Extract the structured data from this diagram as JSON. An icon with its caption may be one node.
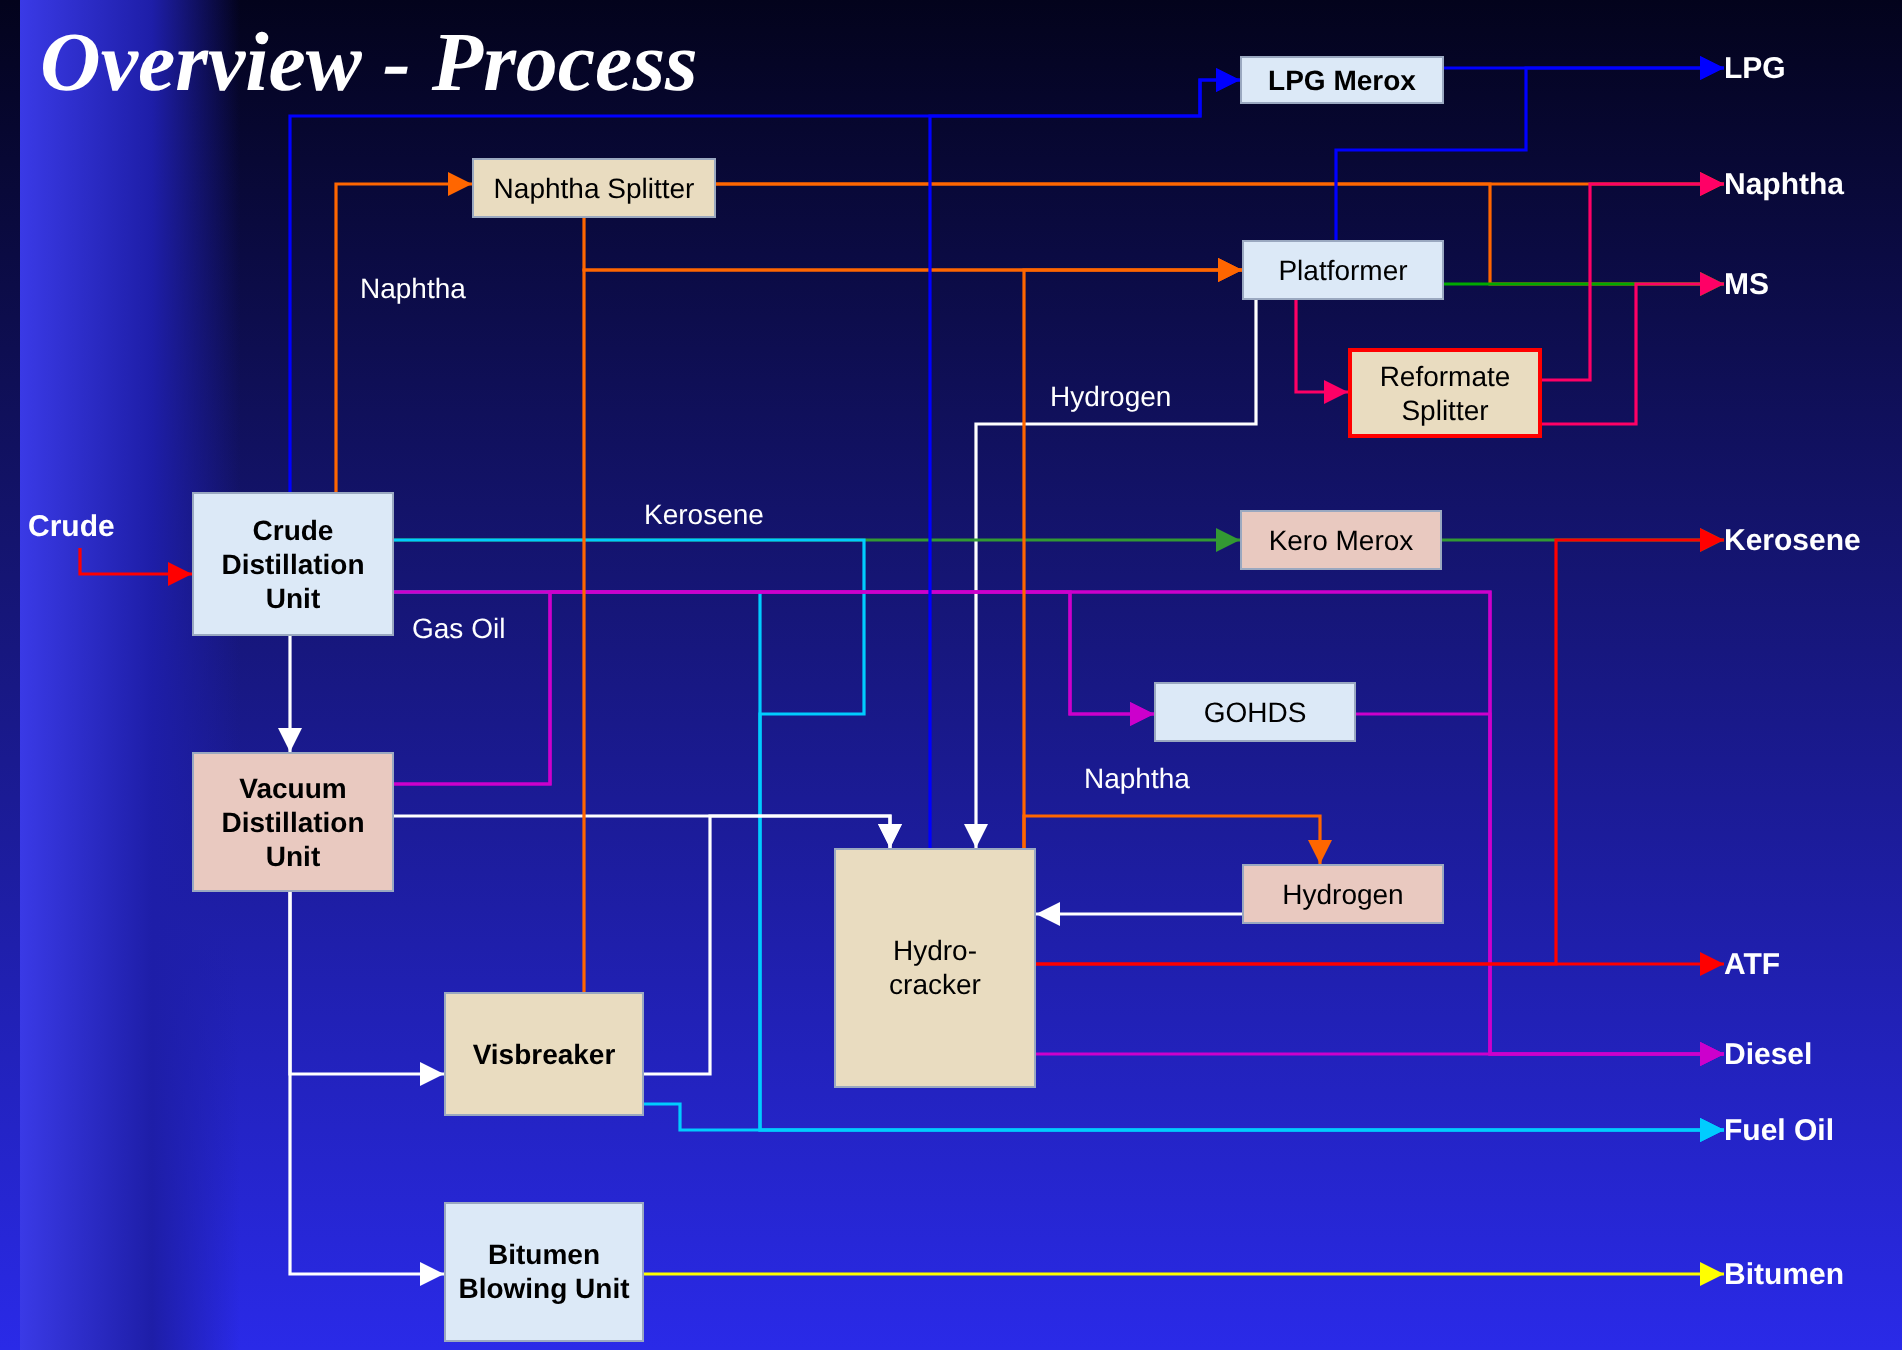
{
  "diagram": {
    "title": "Overview - Process",
    "nodes": [
      {
        "text": [
          "Crude"
        ]
      },
      {
        "text": [
          "Crude Distillation Unit"
        ]
      },
      {
        "text": [
          "Vacuum Distillation Unit"
        ]
      },
      {
        "text": [
          "Naphtha Splitter"
        ]
      },
      {
        "text": [
          "LPG Merox"
        ]
      },
      {
        "text": [
          "Platformer"
        ]
      },
      {
        "text": [
          "Reformate Splitter"
        ]
      },
      {
        "text": [
          "Kero Merox"
        ]
      },
      {
        "text": [
          "GOHDS"
        ]
      },
      {
        "text": [
          "Hydrogen"
        ]
      },
      {
        "text": [
          "Hydro- cracker"
        ]
      },
      {
        "text": [
          "Visbreaker"
        ]
      },
      {
        "text": [
          "Bitumen Blowing Unit"
        ]
      },
      {
        "text": [
          "LPG"
        ]
      },
      {
        "text": [
          "Naphtha"
        ]
      },
      {
        "text": [
          "MS"
        ]
      },
      {
        "text": [
          "Kerosene"
        ]
      },
      {
        "text": [
          "ATF"
        ]
      },
      {
        "text": [
          "Diesel"
        ]
      },
      {
        "text": [
          "Fuel Oil"
        ]
      },
      {
        "text": [
          "Bitumen"
        ]
      }
    ],
    "edges": [
      {
        "from": 0,
        "to": 1,
        "arrow": "to",
        "color": "#ff0000"
      },
      {
        "from": 1,
        "to": 4,
        "arrow": "to",
        "color": "#0000ff"
      },
      {
        "from": 1,
        "to": 3,
        "arrow": "to",
        "label": "Naphtha",
        "color": "#ff6600"
      },
      {
        "from": 3,
        "to": 14,
        "arrow": "to",
        "color": "#ff6600"
      },
      {
        "from": 3,
        "to": 5,
        "arrow": "to",
        "color": "#ff6600"
      },
      {
        "from": 3,
        "to": 15,
        "arrow": "to",
        "color": "#ff6600"
      },
      {
        "from": 4,
        "to": 13,
        "arrow": "to",
        "color": "#0000ff"
      },
      {
        "from": 5,
        "to": 13,
        "arrow": "to",
        "color": "#0000ff"
      },
      {
        "from": 5,
        "to": 15,
        "arrow": "to",
        "color": "#00aa00"
      },
      {
        "from": 5,
        "to": 6,
        "arrow": "to",
        "color": "#ff0066"
      },
      {
        "from": 6,
        "to": 14,
        "arrow": "to",
        "color": "#ff0066"
      },
      {
        "from": 6,
        "to": 15,
        "arrow": "to",
        "color": "#ff0066"
      },
      {
        "from": 5,
        "to": 10,
        "arrow": "to",
        "label": "Hydrogen",
        "color": "#ffffff"
      },
      {
        "from": 1,
        "to": 7,
        "arrow": "to",
        "label": "Kerosene",
        "color": "#339933"
      },
      {
        "from": 7,
        "to": 16,
        "arrow": "to",
        "color": "#339933"
      },
      {
        "from": 1,
        "to": 19,
        "arrow": "to",
        "color": "#00ccff"
      },
      {
        "from": 1,
        "to": 19,
        "arrow": "to",
        "color": "#00ccff"
      },
      {
        "from": 1,
        "to": 18,
        "arrow": "to",
        "label": "Gas Oil",
        "color": "#cc00cc"
      },
      {
        "from": 1,
        "to": 8,
        "arrow": "to",
        "color": "#cc00cc"
      },
      {
        "from": 8,
        "to": 18,
        "arrow": "to",
        "color": "#cc00cc"
      },
      {
        "from": 2,
        "to": 18,
        "arrow": "to",
        "color": "#cc00cc"
      },
      {
        "from": 2,
        "to": 8,
        "arrow": "to",
        "color": "#cc00cc"
      },
      {
        "from": 1,
        "to": 2,
        "arrow": "to",
        "color": "#ffffff"
      },
      {
        "from": 2,
        "to": 10,
        "arrow": "to",
        "color": "#ffffff"
      },
      {
        "from": 2,
        "to": 11,
        "arrow": "to",
        "color": "#ffffff"
      },
      {
        "from": 2,
        "to": 12,
        "arrow": "to",
        "color": "#ffffff"
      },
      {
        "from": 11,
        "to": 10,
        "arrow": "to",
        "color": "#ffffff"
      },
      {
        "from": 11,
        "to": 5,
        "arrow": "to",
        "color": "#ff6600"
      },
      {
        "from": 11,
        "to": 19,
        "arrow": "to",
        "color": "#00ccff"
      },
      {
        "from": 10,
        "to": 5,
        "arrow": "to",
        "color": "#ff6600"
      },
      {
        "from": 10,
        "to": 9,
        "arrow": "to",
        "label": "Naphtha",
        "color": "#ff6600"
      },
      {
        "from": 9,
        "to": 10,
        "arrow": "to",
        "color": "#ffffff"
      },
      {
        "from": 10,
        "to": 4,
        "arrow": "to",
        "color": "#0000ff"
      },
      {
        "from": 10,
        "to": 17,
        "arrow": "to",
        "color": "#ff0000"
      },
      {
        "from": 10,
        "to": 16,
        "arrow": "to",
        "color": "#ff0000"
      },
      {
        "from": 10,
        "to": 18,
        "arrow": "to",
        "color": "#cc00cc"
      },
      {
        "from": 12,
        "to": 20,
        "arrow": "to",
        "color": "#ffff00"
      }
    ]
  }
}
